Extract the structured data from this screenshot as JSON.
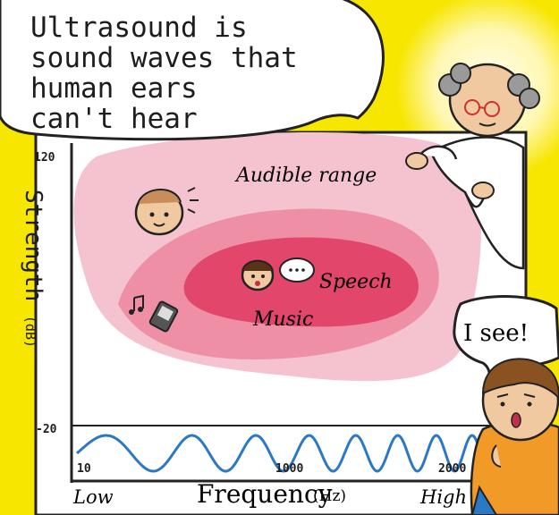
{
  "bubble": {
    "text": "Ultrasound is\nsound waves that\nhuman ears\ncan't hear"
  },
  "regions": {
    "audible": "Audible range",
    "speech": "Speech",
    "music": "Music"
  },
  "reply": "I see!",
  "axes": {
    "y_label": "Strength",
    "y_unit": "(dB)",
    "y_max": "120",
    "y_min": "-20",
    "x_label": "Frequency",
    "x_unit": "(Hz)",
    "x_ticks": [
      "10",
      "1000",
      "2000"
    ],
    "x_low": "Low",
    "x_high": "High"
  },
  "colors": {
    "frame": "#f7e600",
    "outer_region": "#f5c3cf",
    "middle_region": "#ee8fa6",
    "inner_region": "#e2466b",
    "wave": "#2b78c4"
  }
}
